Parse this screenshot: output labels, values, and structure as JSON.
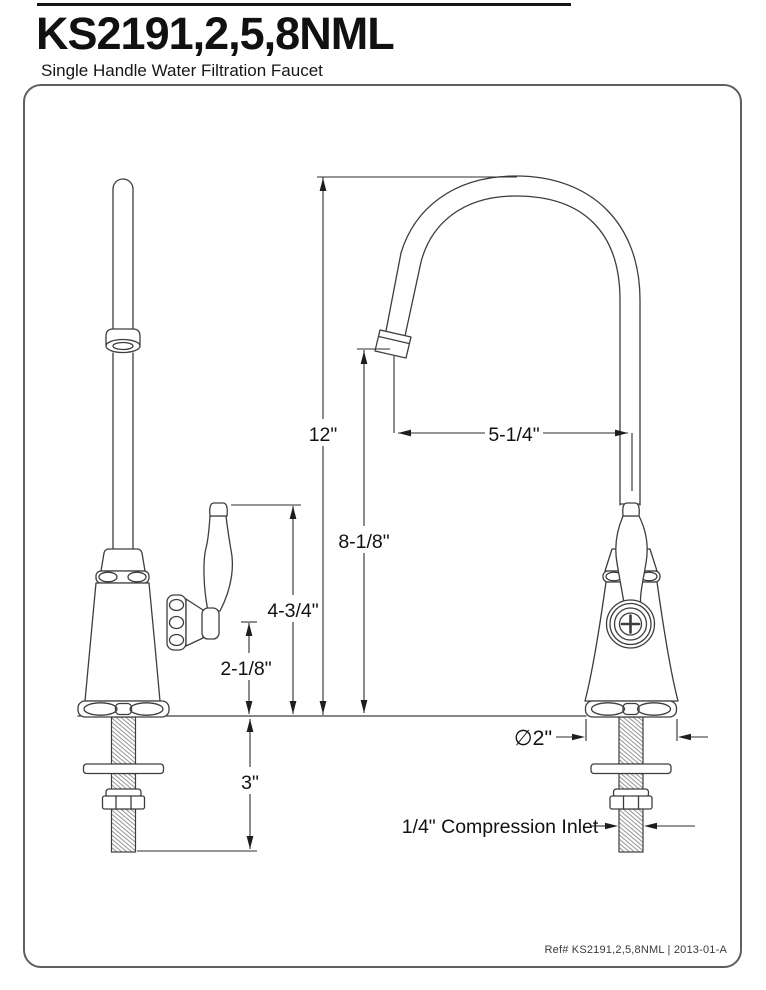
{
  "header": {
    "title": "KS2191,2,5,8NML",
    "subtitle": "Single Handle Water Filtration Faucet"
  },
  "drawing": {
    "dim_overall_height": "12\"",
    "dim_spout_reach": "5-1/4\"",
    "dim_spout_outlet_height": "8-1/8\"",
    "dim_handle_top_height": "4-3/4\"",
    "dim_side_outlet_height": "2-1/8\"",
    "dim_shank_length": "3\"",
    "dim_base_diameter": "∅2\"",
    "label_inlet": "1/4\" Compression Inlet"
  },
  "footer": {
    "reference": "Ref# KS2191,2,5,8NML | 2013-01-A"
  }
}
